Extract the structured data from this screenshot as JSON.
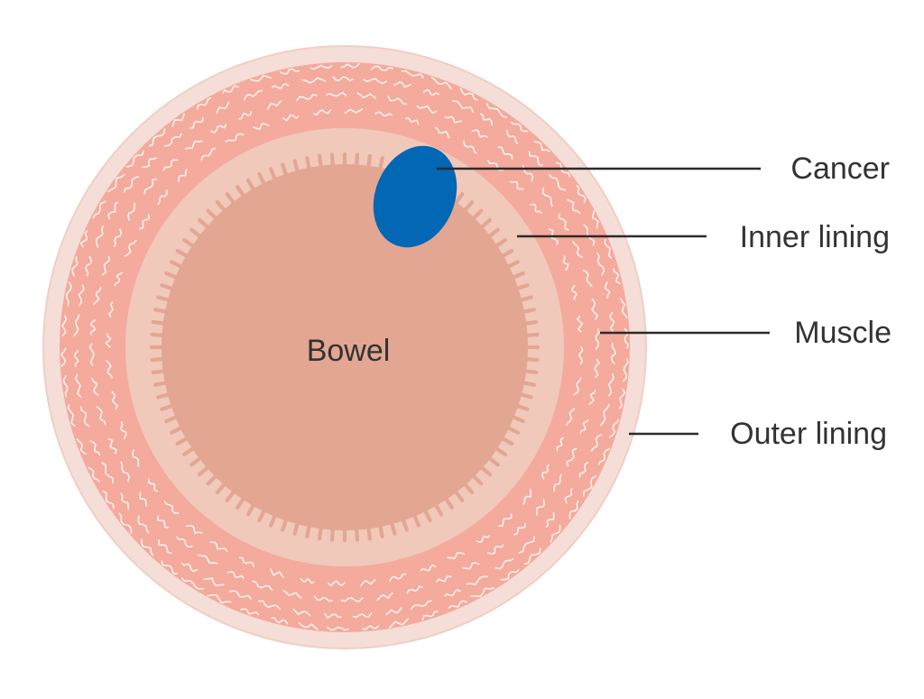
{
  "diagram": {
    "center_label": "Bowel",
    "labels": {
      "cancer": "Cancer",
      "inner_lining": "Inner lining",
      "muscle": "Muscle",
      "outer_lining": "Outer lining"
    },
    "colors": {
      "outer_lining": "#f5ded7",
      "outer_lining_edge": "#efcfc4",
      "muscle": "#f4aa9d",
      "muscle_fibre": "#fff2ec",
      "inner_lining": "#f0c9bb",
      "bowel_lumen": "#e3a693",
      "cancer": "#0267b4",
      "text": "#333333",
      "leader_line": "#2b2b2b"
    }
  }
}
